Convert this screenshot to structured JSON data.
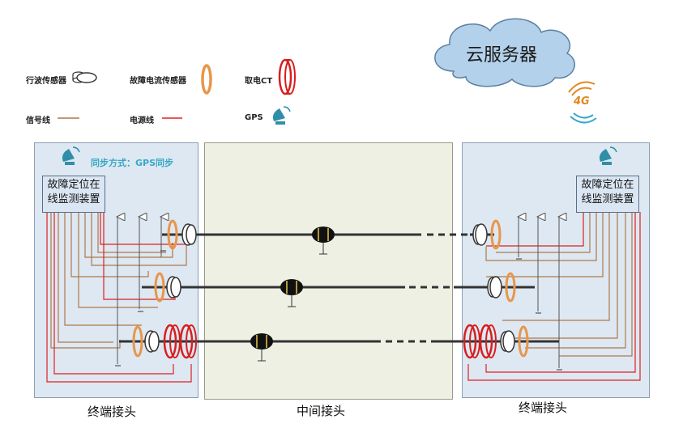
{
  "cloud": {
    "label": "云服务器"
  },
  "network": {
    "label": "4G"
  },
  "legend": {
    "traveling_wave_sensor": "行波传感器",
    "fault_current_sensor": "故障电流传感器",
    "power_ct": "取电CT",
    "signal_line": "信号线",
    "power_line": "电源线",
    "gps": "GPS"
  },
  "left_panel": {
    "sync_text": "同步方式：GPS同步",
    "device_line1": "故障定位在",
    "device_line2": "线监测装置",
    "caption": "终端接头"
  },
  "middle_panel": {
    "caption": "中间接头"
  },
  "right_panel": {
    "device_line1": "故障定位在",
    "device_line2": "线监测装置",
    "caption": "终端接头"
  },
  "colors": {
    "signal_line": "#b0774a",
    "power_line": "#e02020",
    "fault_sensor": "#e8964a",
    "ct": "#d81e1e",
    "panel_bg": "#dde8f2",
    "middle_bg": "#eef0e4"
  }
}
